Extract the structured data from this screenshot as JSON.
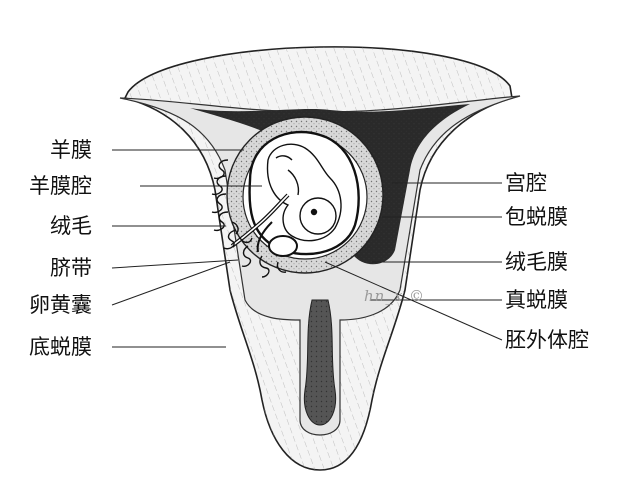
{
  "diagram": {
    "left_labels": [
      "羊膜",
      "羊膜腔",
      "绒毛",
      "脐带",
      "卵黄囊",
      "底蜕膜"
    ],
    "right_labels": [
      "宫腔",
      "包蜕膜",
      "绒毛膜",
      "真蜕膜",
      "胚外体腔"
    ],
    "watermark": "hn_x ©"
  }
}
